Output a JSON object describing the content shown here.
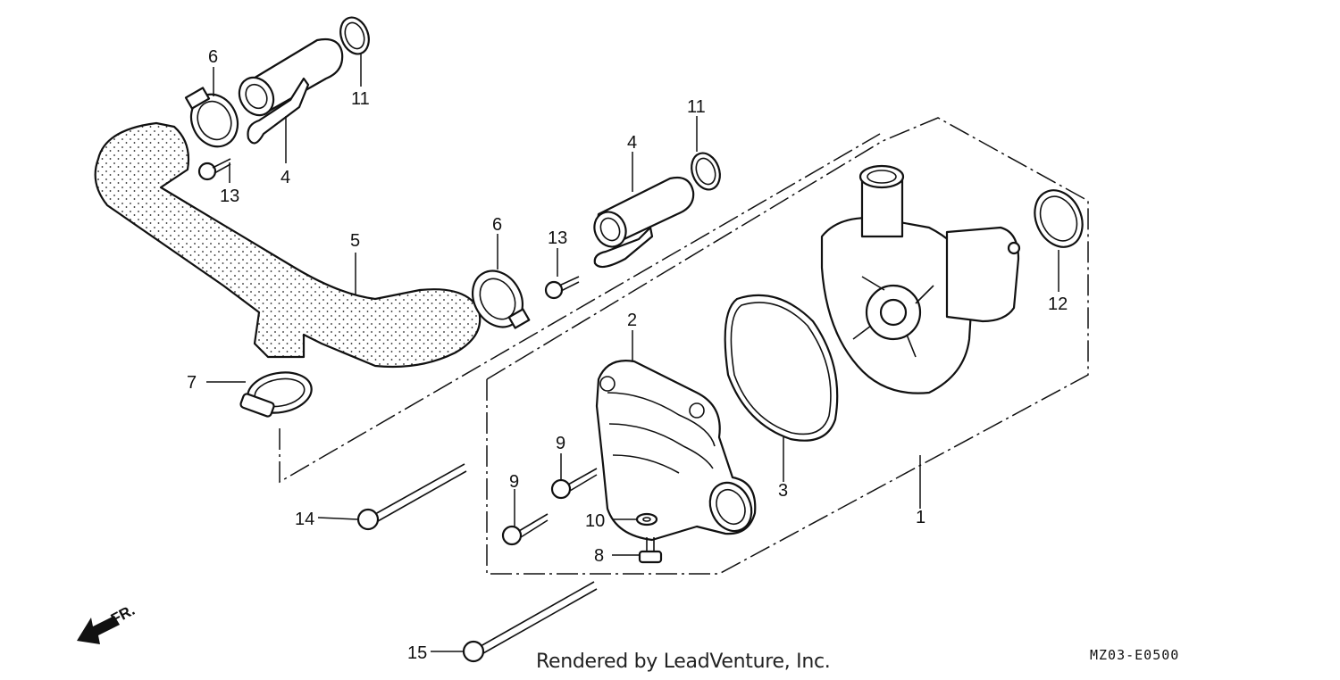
{
  "callouts": {
    "c1": "1",
    "c2": "2",
    "c3": "3",
    "c4a": "4",
    "c4b": "4",
    "c5": "5",
    "c6a": "6",
    "c6b": "6",
    "c7": "7",
    "c8": "8",
    "c9a": "9",
    "c9b": "9",
    "c10": "10",
    "c11a": "11",
    "c11b": "11",
    "c12": "12",
    "c13a": "13",
    "c13b": "13",
    "c14": "14",
    "c15": "15"
  },
  "front_label": "FR.",
  "credit": "Rendered by LeadVenture, Inc.",
  "diagram_code": "MZ03-E0500"
}
